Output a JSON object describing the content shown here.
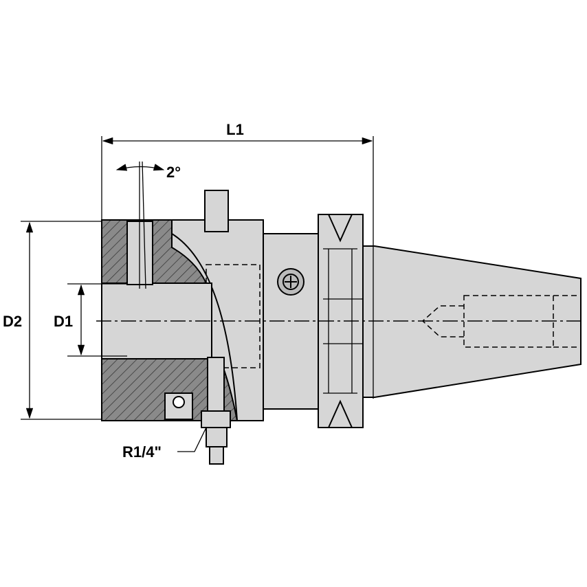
{
  "diagram": {
    "dimensions": {
      "length": "L1",
      "outer_diameter": "D2",
      "bore_diameter": "D1",
      "angle": "2°",
      "thread": "R1/4\""
    },
    "colors": {
      "body": "#d6d6d6",
      "section": "#8a8a8a",
      "line": "#000000"
    }
  }
}
